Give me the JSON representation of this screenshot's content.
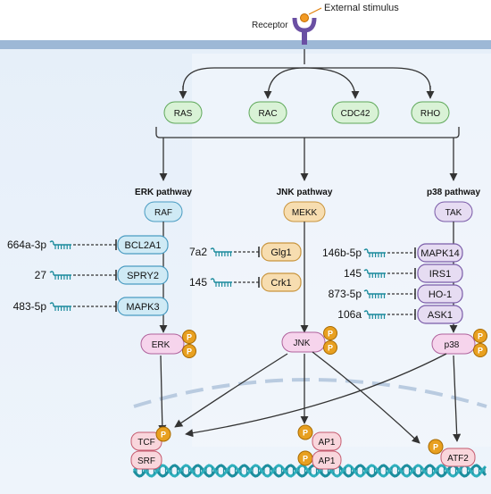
{
  "stimulus": {
    "external": "External stimulus",
    "receptor": "Receptor"
  },
  "top_kinase": "MEKK",
  "gtpases": [
    "RAS",
    "RAC",
    "CDC42",
    "RHO"
  ],
  "pathways": {
    "erk": {
      "title": "ERK pathway",
      "kinase": "RAF",
      "mapk": "ERK"
    },
    "jnk": {
      "title": "JNK pathway",
      "kinase": "MEKK",
      "mapk": "JNK"
    },
    "p38": {
      "title": "p38 pathway",
      "kinase": "TAK",
      "mapk": "p38"
    }
  },
  "targets": {
    "erk": [
      {
        "mirna": "664a-3p",
        "gene": "BCL2A1"
      },
      {
        "mirna": "27",
        "gene": "SPRY2"
      },
      {
        "mirna": "483-5p",
        "gene": "MAPK3"
      }
    ],
    "jnk": [
      {
        "mirna": "7a2",
        "gene": "Glg1"
      },
      {
        "mirna": "145",
        "gene": "Crk1"
      }
    ],
    "p38": [
      {
        "mirna": "146b-5p",
        "gene": "MAPK14"
      },
      {
        "mirna": "145",
        "gene": "IRS1"
      },
      {
        "mirna": "873-5p",
        "gene": "HO-1"
      },
      {
        "mirna": "106a",
        "gene": "ASK1"
      }
    ]
  },
  "phospho_label": "P",
  "transcription_factors": {
    "tcf": "TCF",
    "srf": "SRF",
    "ap1_top": "AP1",
    "ap1_bottom": "AP1",
    "atf2": "ATF2"
  },
  "colors": {
    "gtpase_fill": "#d9f2d6",
    "gtpase_stroke": "#5fa85a",
    "erk_fill": "#cfeaf5",
    "erk_stroke": "#4a9cc2",
    "jnk_fill": "#f7ddb0",
    "jnk_stroke": "#c9953e",
    "p38_fill": "#e6dcf2",
    "p38_stroke": "#7a5ba8",
    "mapk_fill": "#f6d4ec",
    "mapk_stroke": "#b0629c",
    "phospho": "#e8a020",
    "tf_fill": "#f9d6dc",
    "tf_stroke": "#c55a6e",
    "mirna": "#1a8a9c",
    "dna": "#1c8e9e",
    "stimulus": "#e07b00"
  }
}
